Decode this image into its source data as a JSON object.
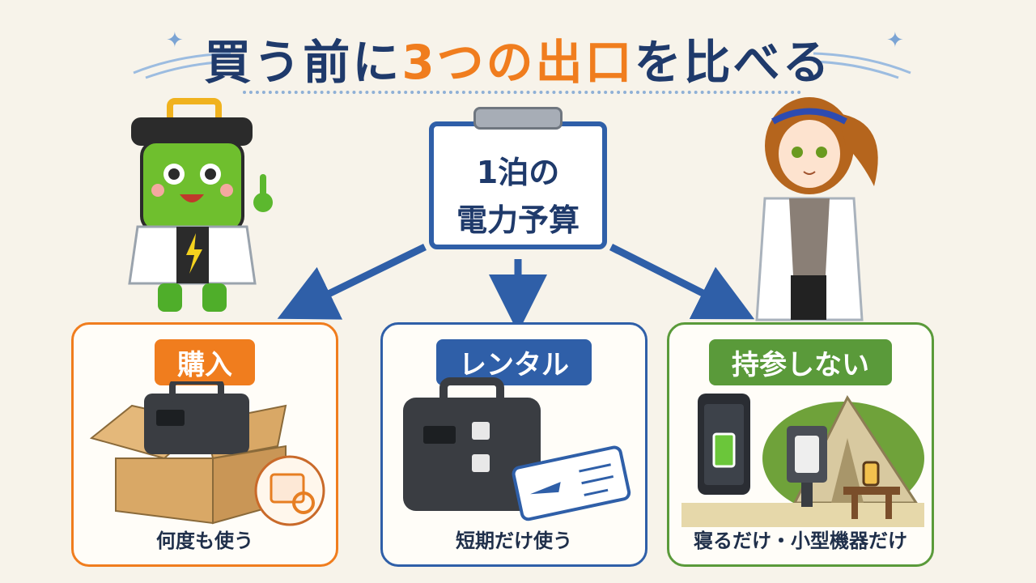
{
  "title": {
    "prefix": "買う前に",
    "accent": "3つの出口",
    "suffix": "を比べる"
  },
  "center": {
    "line1": "1泊の",
    "line2": "電力予算"
  },
  "options": [
    {
      "label": "購入",
      "caption": "何度も使う",
      "color": "#f07d1e"
    },
    {
      "label": "レンタル",
      "caption": "短期だけ使う",
      "color": "#2f5fa8"
    },
    {
      "label": "持参しない",
      "caption": "寝るだけ・小型機器だけ",
      "color": "#5a9a3a"
    }
  ]
}
